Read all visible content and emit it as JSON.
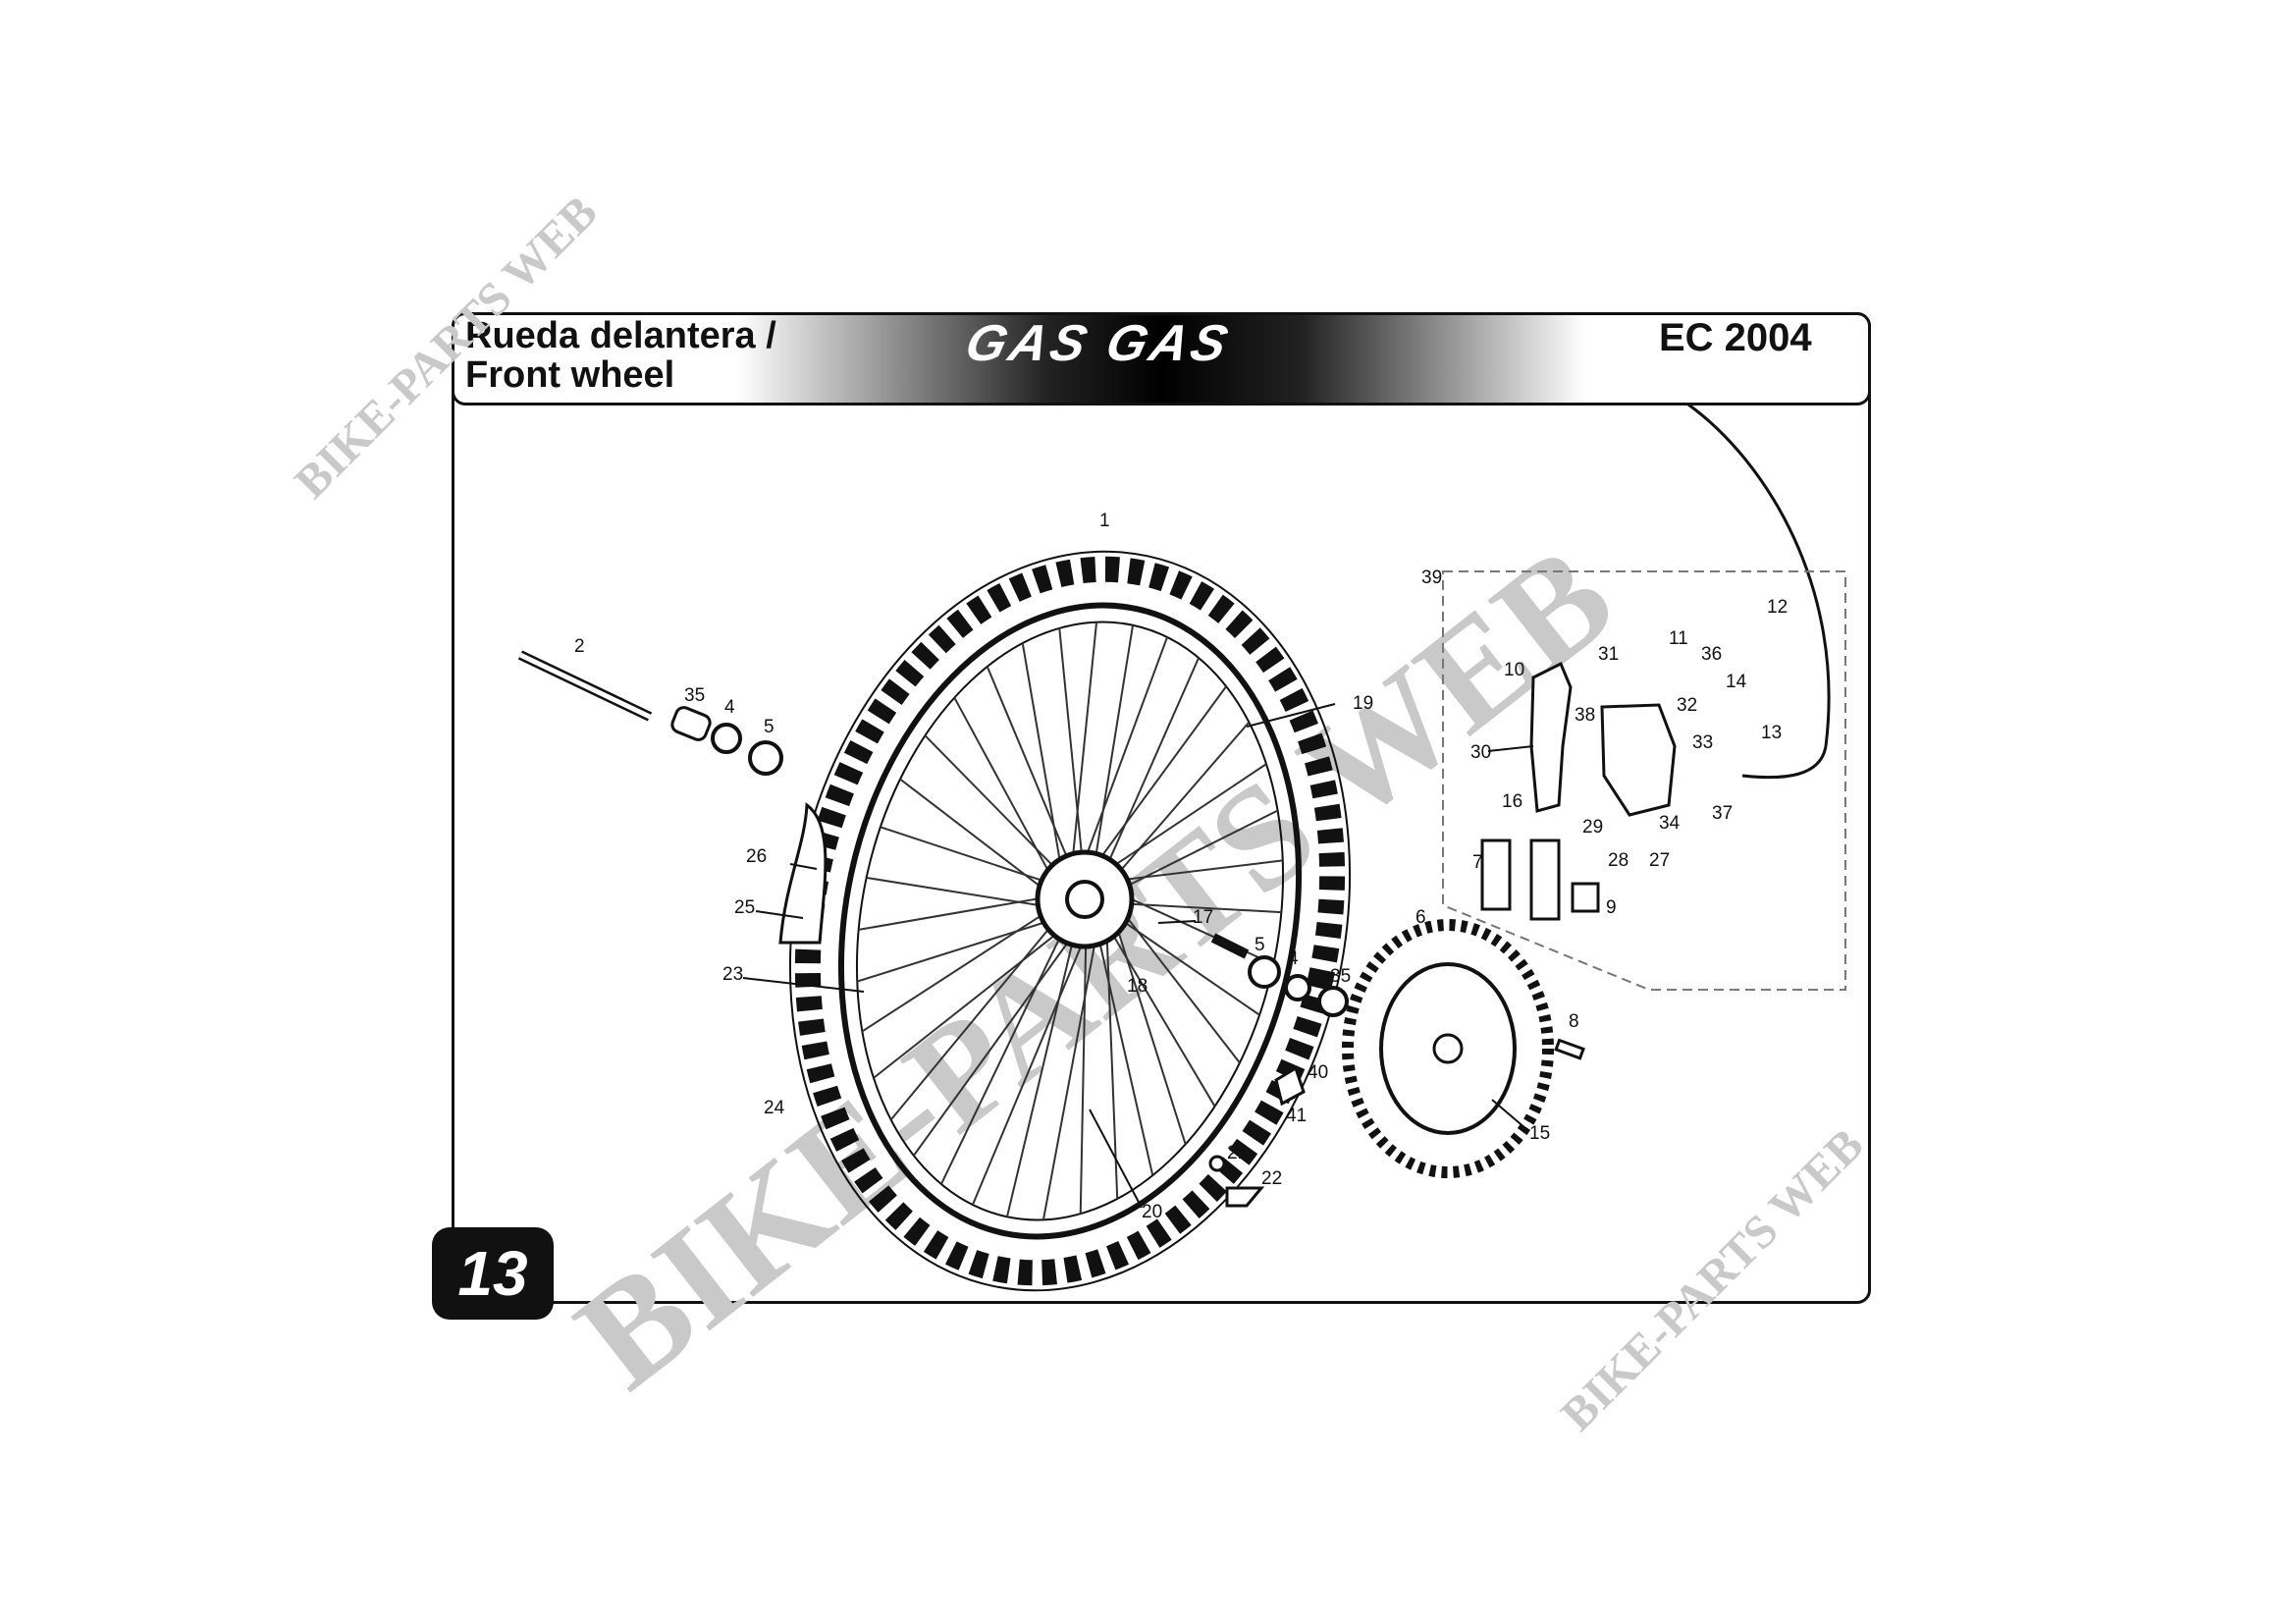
{
  "header": {
    "title_line1": "Rueda delantera /",
    "title_line2": "Front wheel",
    "brand": "GAS GAS",
    "model": "EC 2004"
  },
  "page_number": "13",
  "watermarks": [
    "BIKE-PARTS WEB",
    "BIKE-PARTS WEB",
    "BIKE-PARTS WEB"
  ],
  "callouts": [
    "1",
    "2",
    "35",
    "4",
    "5",
    "19",
    "26",
    "25",
    "23",
    "24",
    "17",
    "18",
    "5",
    "4",
    "35",
    "20",
    "21",
    "22",
    "40",
    "41",
    "6",
    "8",
    "15",
    "39",
    "12",
    "10",
    "11",
    "31",
    "36",
    "38",
    "14",
    "32",
    "13",
    "30",
    "33",
    "16",
    "29",
    "28",
    "27",
    "34",
    "37",
    "7",
    "9"
  ]
}
